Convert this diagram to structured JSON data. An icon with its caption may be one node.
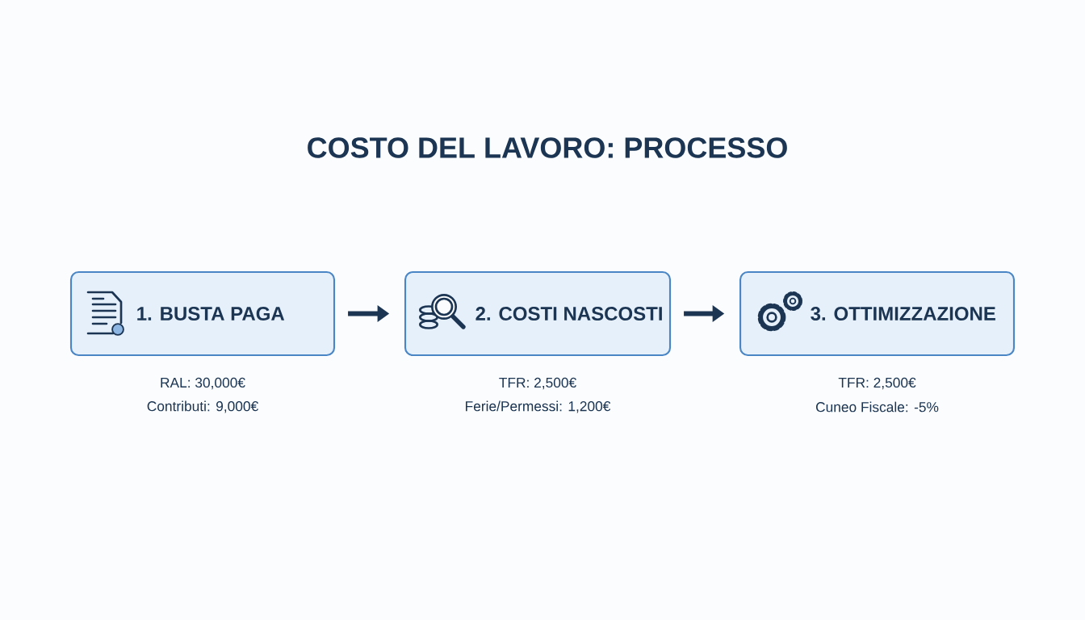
{
  "diagram": {
    "title": "COSTO DEL LAVORO: PROCESSO",
    "nodes": [
      {
        "text": [
          "1. BUSTA PAGA"
        ],
        "beside": [
          "RAL: 30,000€",
          "Contributi: 9,000€"
        ]
      },
      {
        "text": [
          "2. COSTI NASCOSTI"
        ],
        "beside": [
          "TFR: 2,500€",
          "Ferie/Permessi: 1,200€"
        ]
      },
      {
        "text": [
          "3. OTTIMIZZAZIONE"
        ],
        "beside": [
          "TFR: 2,500€",
          "Cuneo Fiscale: -5%"
        ]
      }
    ],
    "edges": [
      {
        "from": 0,
        "to": 1,
        "arrow": "to"
      },
      {
        "from": 1,
        "to": 2,
        "arrow": "to"
      }
    ]
  }
}
